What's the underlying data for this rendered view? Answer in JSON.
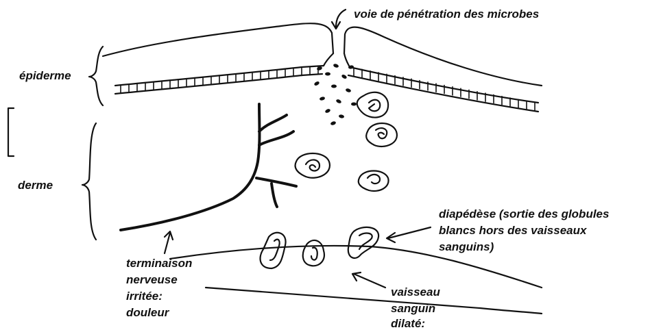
{
  "labels": {
    "microbe_entry": "voie de pénétration des microbes",
    "epidermis": "épiderme",
    "dermis": "derme",
    "diapedesis_line1": "diapédèse (sortie des globules",
    "diapedesis_line2": "blancs hors des vaisseaux",
    "diapedesis_line3": "sanguins)",
    "nerve_line1": "terminaison",
    "nerve_line2": "nerveuse",
    "nerve_line3": "irritée:",
    "nerve_line4": "douleur",
    "vessel_line1": "vaisseau",
    "vessel_line2": "sanguin",
    "vessel_line3": "dilaté:"
  }
}
